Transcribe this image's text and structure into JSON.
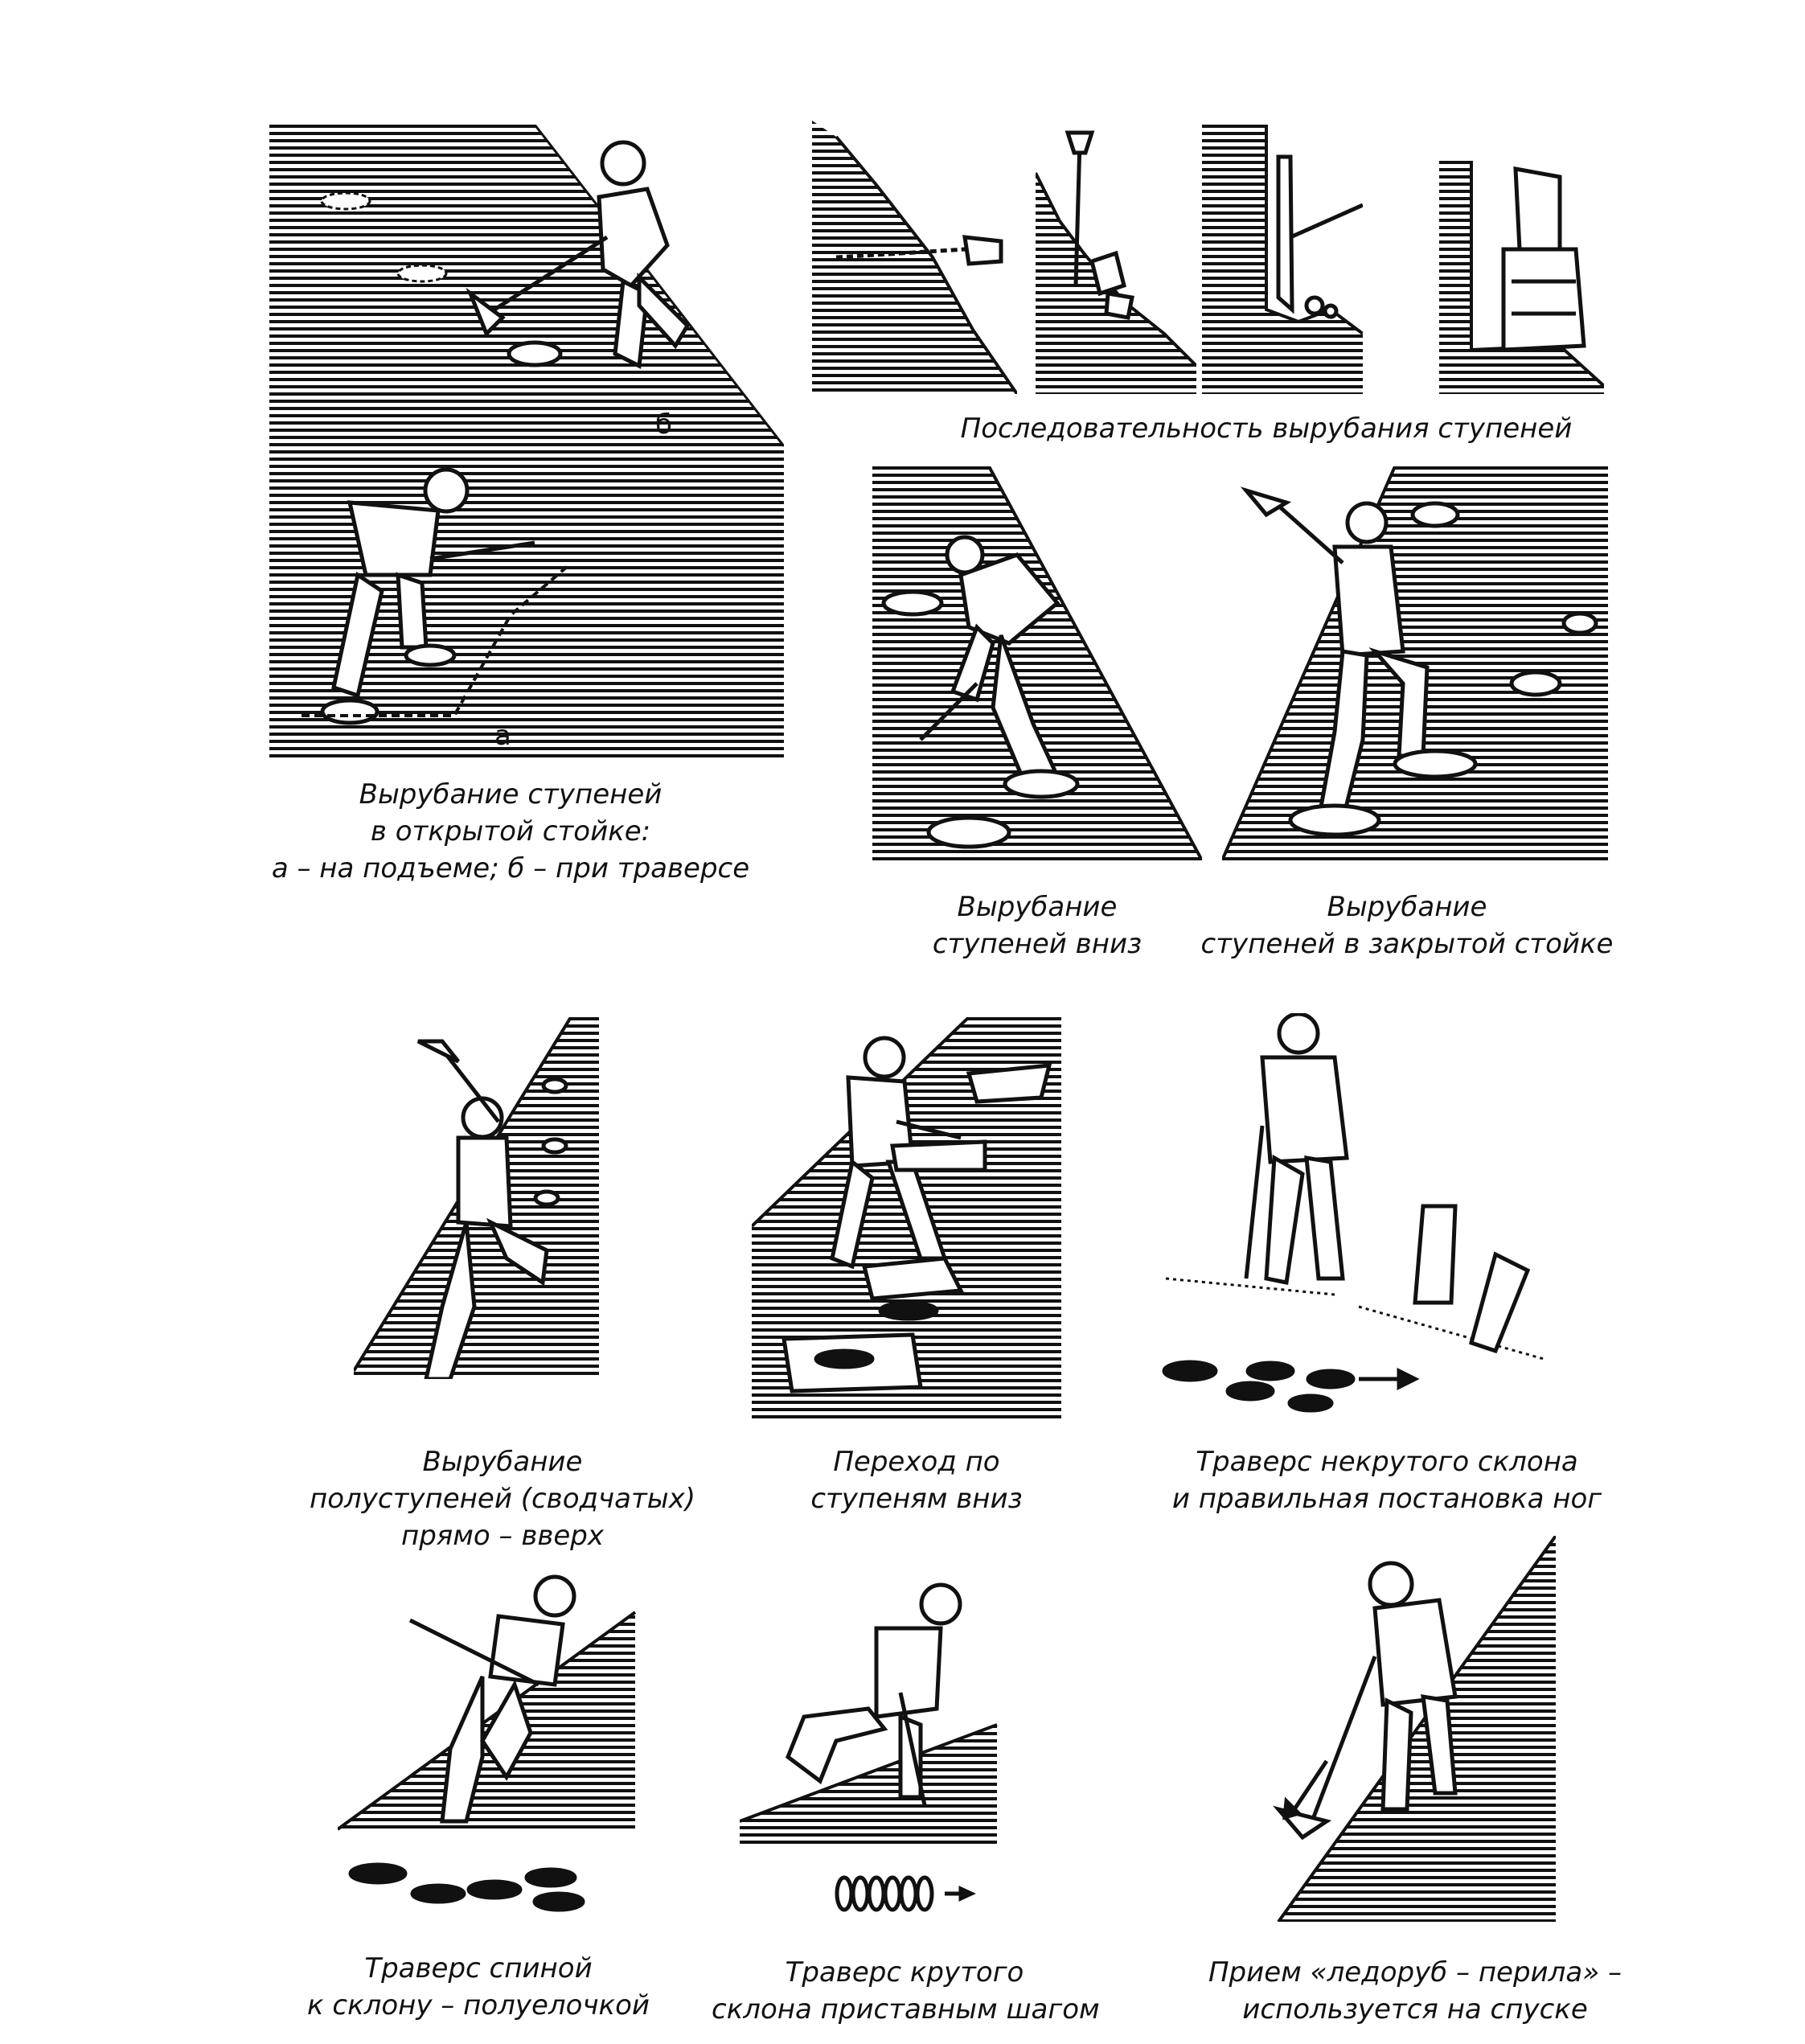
{
  "captions": {
    "open_stance": {
      "lines": [
        "Вырубание ступеней",
        "в открытой стойке:",
        "а – на подъеме; б – при траверсе"
      ]
    },
    "sequence": {
      "lines": [
        "Последовательность вырубания ступеней"
      ]
    },
    "cut_down": {
      "lines": [
        "Вырубание",
        "ступеней вниз"
      ]
    },
    "closed_stance": {
      "lines": [
        "Вырубание",
        "ступеней в закрытой стойке"
      ]
    },
    "half_steps": {
      "lines": [
        "Вырубание",
        "полуступеней (сводчатых)",
        "прямо – вверх"
      ]
    },
    "descend_steps": {
      "lines": [
        "Переход по",
        "ступеням вниз"
      ]
    },
    "gentle_traverse": {
      "lines": [
        "Траверс некрутого склона",
        "и правильная постановка ног"
      ]
    },
    "back_traverse": {
      "lines": [
        "Траверс спиной",
        "к склону – полуелочкой"
      ]
    },
    "side_step": {
      "lines": [
        "Траверс крутого",
        "склона приставным шагом"
      ]
    },
    "rail_technique": {
      "lines": [
        "Прием «ледоруб – перила» –",
        "используется на спуске"
      ]
    }
  },
  "labels": {
    "a": "а",
    "b": "б"
  }
}
